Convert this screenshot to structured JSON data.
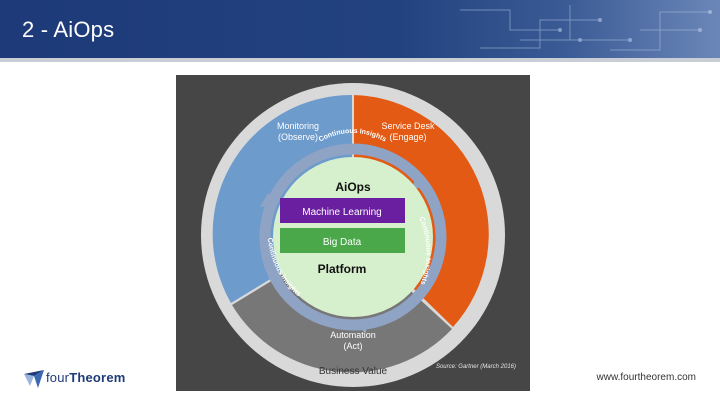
{
  "header": {
    "title": "2 - AiOps"
  },
  "diagram": {
    "segments": {
      "monitoring": {
        "line1": "Monitoring",
        "line2": "(Observe)"
      },
      "service_desk": {
        "line1": "Service Desk",
        "line2": "(Engage)"
      },
      "automation": {
        "line1": "Automation",
        "line2": "(Act)"
      }
    },
    "core": {
      "title": "AiOps",
      "layer1": "Machine Learning",
      "layer2": "Big Data",
      "platform": "Platform"
    },
    "arrow_label": "Continuous Insights",
    "outer_label": "Business Value",
    "source": "Source: Gartner (March 2016)",
    "colors": {
      "monitoring": "#6d9bcc",
      "service_desk": "#e35a14",
      "automation": "#777777",
      "outer_ring": "#d9d9d9",
      "core": "#d6efcc",
      "machine_learning": "#6a1fa0",
      "big_data": "#4aa84a",
      "arrow": "#8fa3c4"
    }
  },
  "footer": {
    "logo_part1": "four",
    "logo_part2": "Theorem",
    "url": "www.fourtheorem.com"
  }
}
